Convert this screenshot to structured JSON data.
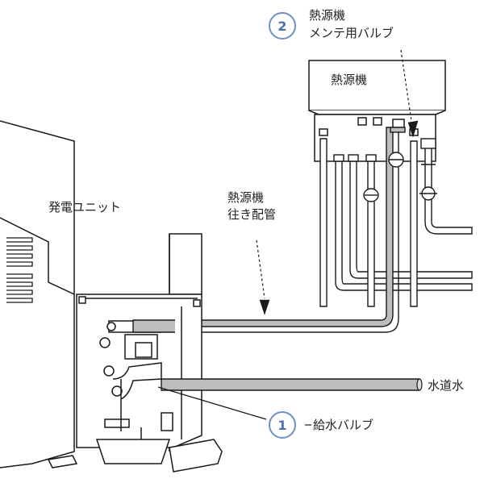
{
  "labels": {
    "heat_source_box": "熱源機",
    "heat_source_valve_line1": "熱源機",
    "heat_source_valve_line2": "メンテ用バルブ",
    "generator_unit": "発電ユニット",
    "outbound_pipe_line1": "熱源機",
    "outbound_pipe_line2": "往き配管",
    "tap_water": "水道水",
    "supply_valve": "給水バルブ"
  },
  "badges": {
    "badge_1": "1",
    "badge_2": "2"
  },
  "colors": {
    "line": "#1a1a1a",
    "pipe_fill": "#bdbdbd",
    "badge_border": "#6f8fc6",
    "badge_text": "#4a6fb0"
  }
}
